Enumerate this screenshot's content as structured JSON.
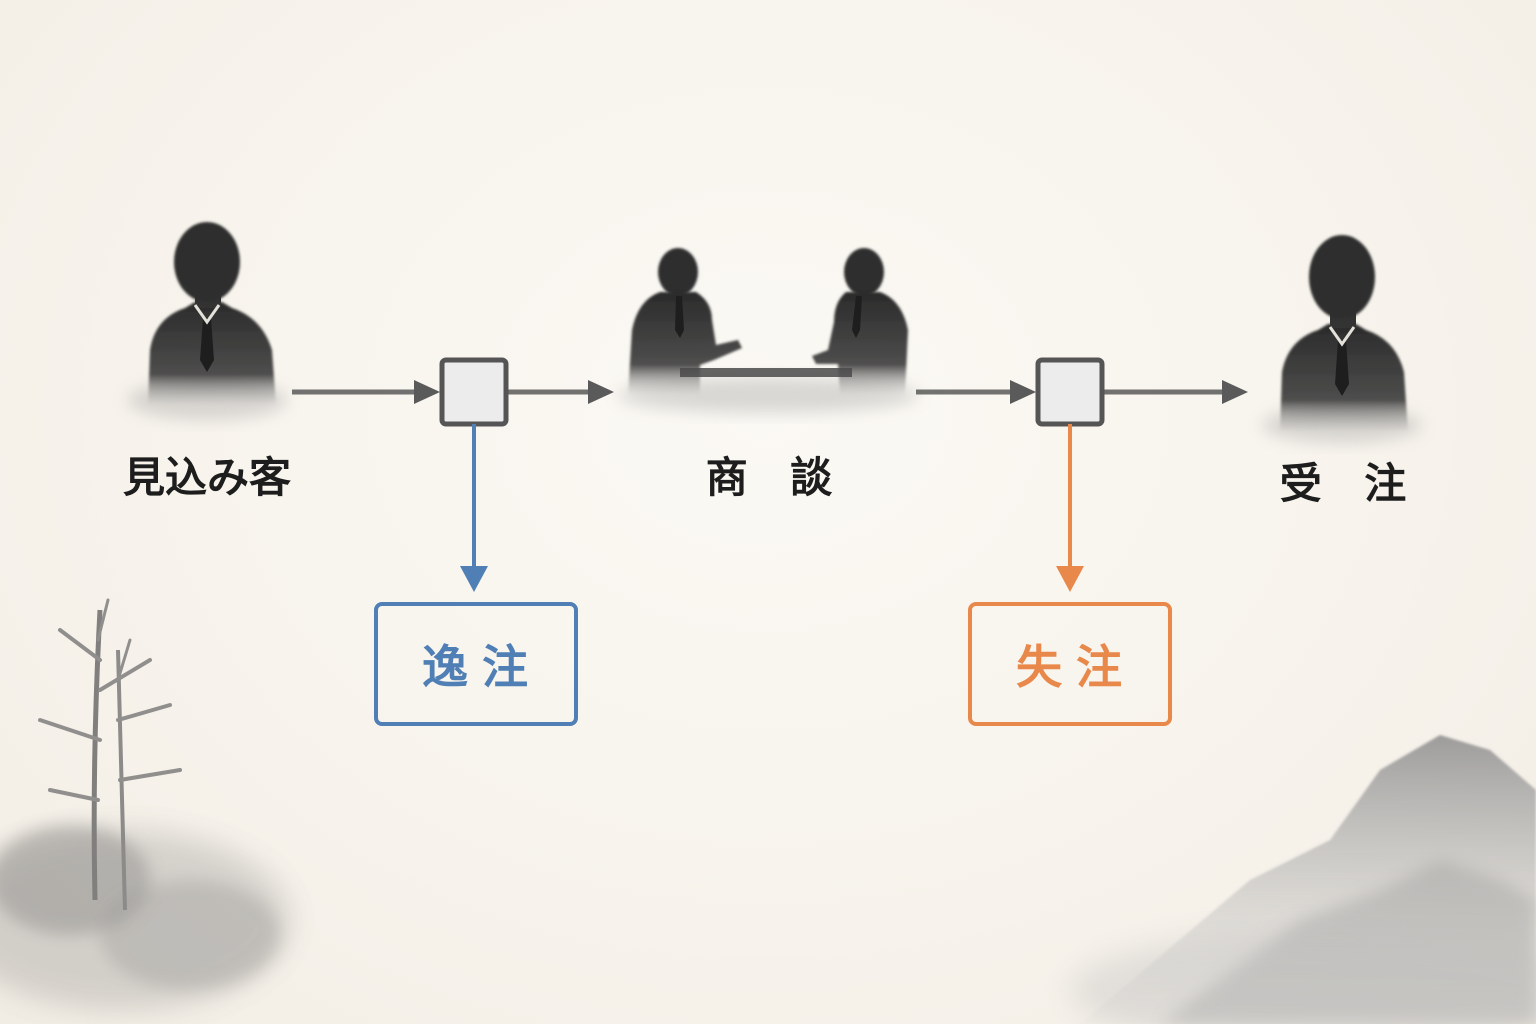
{
  "nodes": {
    "prospect": {
      "label": "見込み客"
    },
    "negotiation": {
      "label": "商 談"
    },
    "order": {
      "label": "受 注"
    }
  },
  "outcomes": {
    "missed": {
      "label": "逸注",
      "color": "#4f7fb5"
    },
    "lost": {
      "label": "失注",
      "color": "#e8884a"
    }
  },
  "colors": {
    "ink": "#2b2b2b",
    "arrow": "#5a5a5a",
    "gate_fill": "#ececec",
    "background": "#f8f5ee"
  }
}
